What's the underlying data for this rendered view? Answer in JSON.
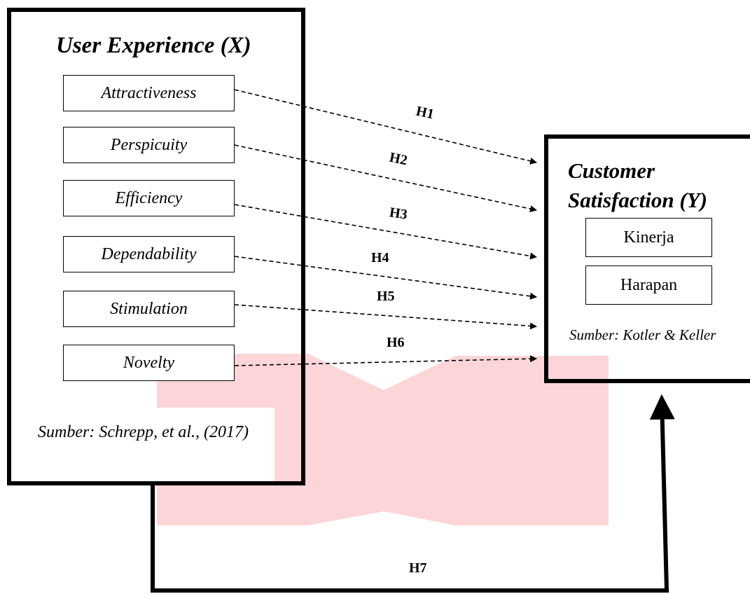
{
  "left_box": {
    "title": "User Experience (X)",
    "indicators": [
      "Attractiveness",
      "Perspicuity",
      "Efficiency",
      "Dependability",
      "Stimulation",
      "Novelty"
    ],
    "source": "Sumber: Schrepp, et al., (2017)"
  },
  "right_box": {
    "title_line1": "Customer",
    "title_line2": "Satisfaction (Y)",
    "indicators": [
      "Kinerja",
      "Harapan"
    ],
    "source": "Sumber: Kotler & Keller"
  },
  "hypotheses": [
    "H1",
    "H2",
    "H3",
    "H4",
    "H5",
    "H6",
    "H7"
  ],
  "colors": {
    "watermark": "#fcd5d9",
    "line": "#000000"
  }
}
